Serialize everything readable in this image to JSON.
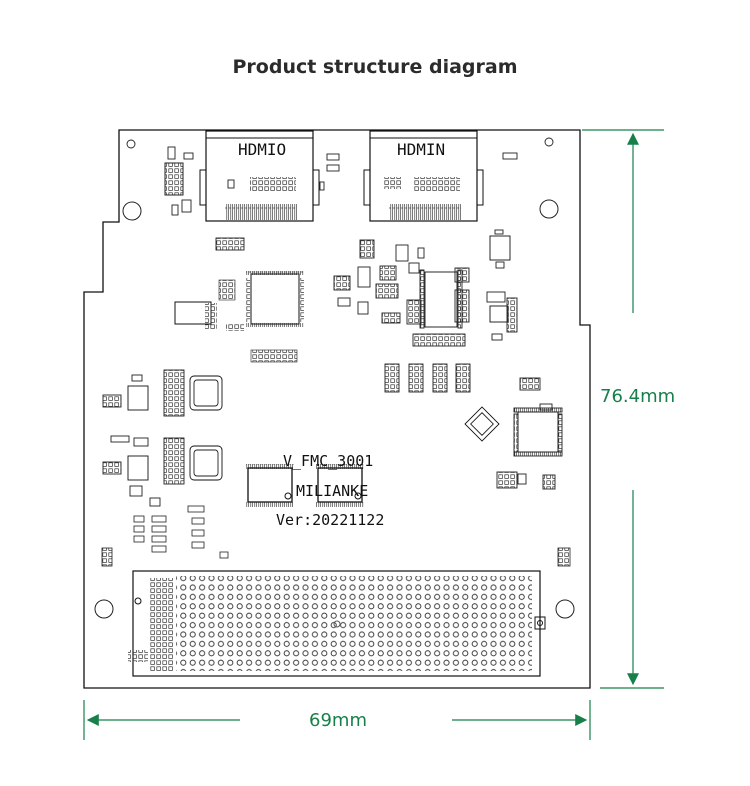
{
  "title": "Product structure diagram",
  "board": {
    "connector_left_label": "HDMIO",
    "connector_right_label": "HDMIN",
    "silkscreen_model": "V_FMC_3001",
    "silkscreen_brand": "MILIANKE",
    "silkscreen_version": "Ver:20221122"
  },
  "dimensions": {
    "height_label": "76.4mm",
    "width_label": "69mm"
  },
  "colors": {
    "dimension": "#17804a",
    "outline": "#111111"
  }
}
